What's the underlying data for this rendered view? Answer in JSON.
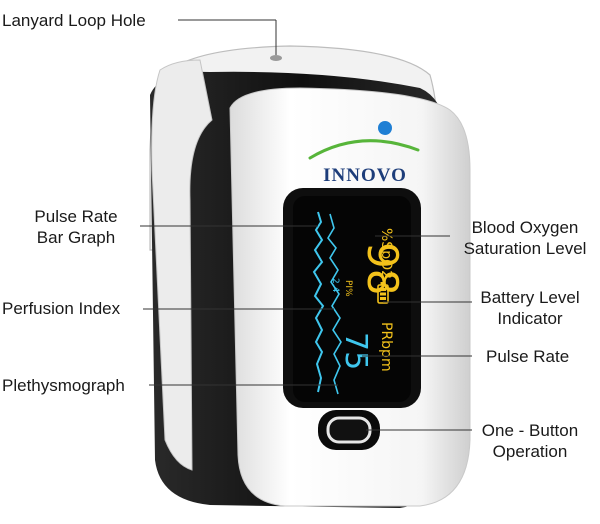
{
  "brand": {
    "name": "INNOVO"
  },
  "screen": {
    "spo2_unit": "%SpO2",
    "spo2_value": "98",
    "pi_label": "PI%",
    "pi_value": "2.4",
    "pr_unit": "PRbpm",
    "pr_value": "75"
  },
  "callouts": {
    "lanyard": "Lanyard Loop Hole",
    "pulse_bar_line1": "Pulse Rate",
    "pulse_bar_line2": "Bar Graph",
    "perfusion": "Perfusion Index",
    "pleth": "Plethysmograph",
    "spo2_line1": "Blood Oxygen",
    "spo2_line2": "Saturation Level",
    "battery_line1": "Battery Level",
    "battery_line2": "Indicator",
    "pulse_rate": "Pulse Rate",
    "button_line1": "One - Button",
    "button_line2": "Operation"
  },
  "colors": {
    "casing": "#f4f4f4",
    "band": "#151515",
    "screen": "#050505",
    "accent_blue": "#1f7fd4",
    "brand_green": "#57b53a",
    "brand_navy": "#1d3d7a",
    "readout_yellow": "#f3c21b",
    "readout_cyan": "#3fc7ee"
  }
}
